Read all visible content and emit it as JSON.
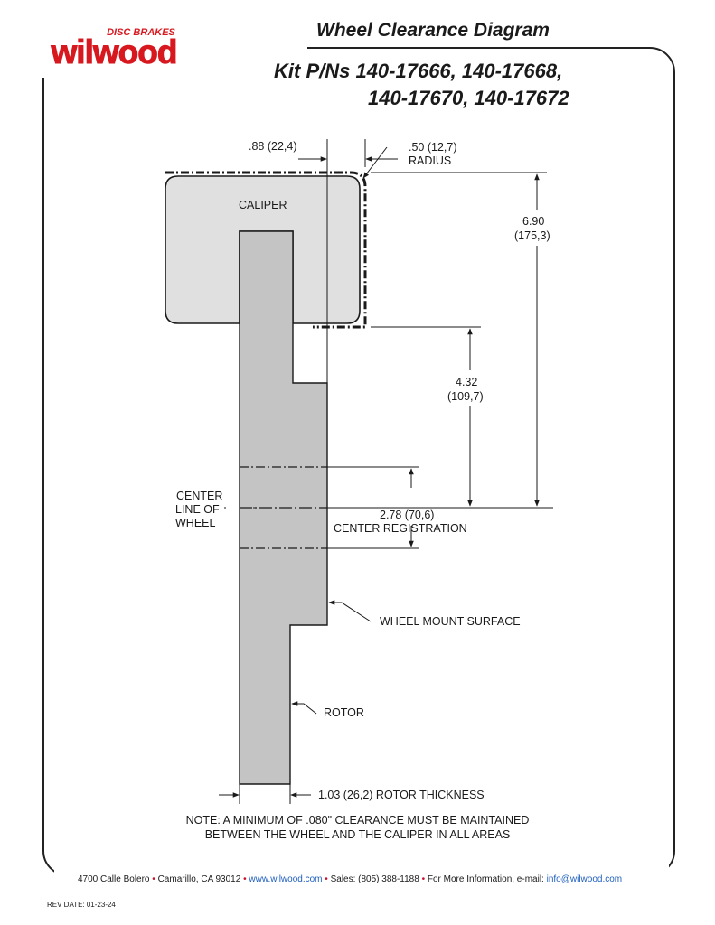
{
  "header": {
    "title": "Wheel Clearance Diagram",
    "kit_line1": "Kit P/Ns 140-17666, 140-17668,",
    "kit_line2": "140-17670, 140-17672"
  },
  "logo": {
    "tagline": "DISC BRAKES",
    "brand": "wilwood",
    "color": "#d7191f"
  },
  "labels": {
    "caliper": "CALIPER",
    "center_line_1": "CENTER",
    "center_line_2": "LINE OF",
    "center_line_3": "WHEEL",
    "wheel_mount_surface": "WHEEL MOUNT SURFACE",
    "rotor": "ROTOR"
  },
  "dimensions": {
    "offset": ".88 (22,4)",
    "radius_value": ".50 (12,7)",
    "radius_word": "RADIUS",
    "height_in": "6.90",
    "height_mm": "(175,3)",
    "mount_in": "4.32",
    "mount_mm": "(109,7)",
    "center_reg_value": "2.78 (70,6)",
    "center_reg_word": "CENTER REGISTRATION",
    "rotor_thickness": "1.03 (26,2) ROTOR THICKNESS"
  },
  "note": {
    "line1": "NOTE: A MINIMUM OF .080\" CLEARANCE MUST BE MAINTAINED",
    "line2": "BETWEEN THE WHEEL AND THE CALIPER IN ALL AREAS"
  },
  "footer": {
    "address": "4700 Calle Bolero",
    "city": "Camarillo, CA 93012",
    "web": "www.wilwood.com",
    "sales": "Sales: (805) 388-1188",
    "info_prefix": "For More Information, e-mail:",
    "email": "info@wilwood.com",
    "separator": "•",
    "rev_date": "REV DATE:  01-23-24"
  },
  "colors": {
    "rotor_fill": "#c4c4c4",
    "caliper_fill": "#e0e0e0",
    "line": "#1a1a1a"
  }
}
